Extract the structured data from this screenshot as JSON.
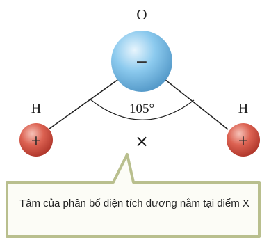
{
  "molecule": {
    "oxygen_label": "O",
    "oxygen_charge": "−",
    "hydrogen_left_label": "H",
    "hydrogen_left_charge": "+",
    "hydrogen_right_label": "H",
    "hydrogen_right_charge": "+",
    "bond_angle_label": "105°",
    "center_marker": "×"
  },
  "callout": {
    "text": "Tâm của phân bố điện tích dương nằm tại điểm X"
  },
  "colors": {
    "oxygen": "#6fb2df",
    "hydrogen": "#d2524a",
    "callout_border": "#b9bf8e",
    "callout_fill": "#fcfcf6"
  }
}
